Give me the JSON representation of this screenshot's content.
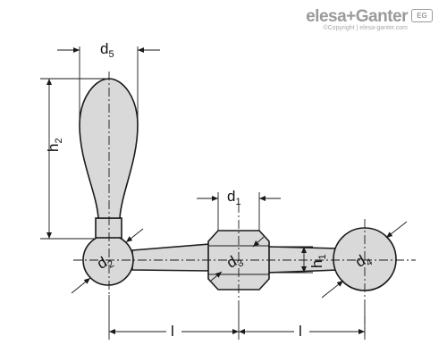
{
  "brand": {
    "name": "elesa+Ganter",
    "copyright": "©Copyright | elesa-ganter.com",
    "logo_text": "EG"
  },
  "labels": {
    "d5": {
      "base": "d",
      "sub": "5"
    },
    "h2": {
      "base": "h",
      "sub": "2"
    },
    "d1": {
      "base": "d",
      "sub": "1"
    },
    "d2": {
      "base": "d",
      "sub": "2"
    },
    "d3": {
      "base": "d",
      "sub": "3"
    },
    "h1": {
      "base": "h",
      "sub": "1"
    },
    "d4": {
      "base": "d",
      "sub": "4"
    },
    "l_left": "l",
    "l_right": "l"
  },
  "colors": {
    "line": "#1a1a1a",
    "part_fill": "#d9d9d9",
    "brand": "#9a9a9a"
  }
}
